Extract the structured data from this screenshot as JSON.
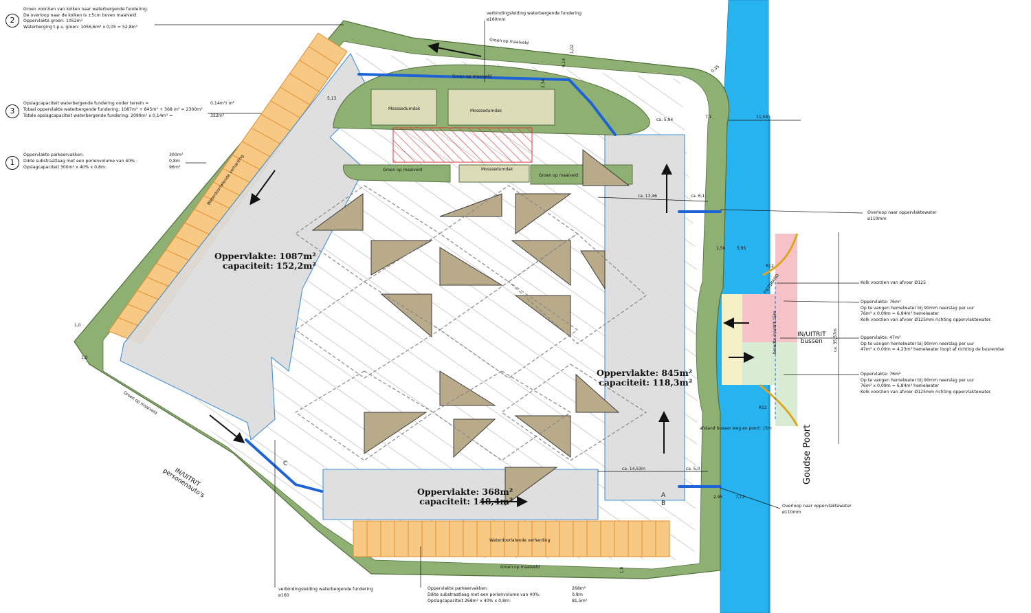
{
  "colors": {
    "green_zone": "#8fb073",
    "green_edge": "#4f6e3a",
    "water": "#27b2f0",
    "parking": "#f7c984",
    "parking_line": "#e08a2a",
    "paved_zone": "#dcdcdc",
    "zone_outline": "#2f84d6",
    "pipe": "#1e63d6",
    "tree_triangle": "#b9aa8a",
    "tan_block": "#dcdcb8",
    "pink": "#f5c2c7",
    "mint": "#d7ecd2",
    "cream": "#f6f0c6"
  },
  "notes": {
    "n2": {
      "num": "2",
      "l1": "Groen voorzien van kolken naar waterbergende fundering.",
      "l2": "De overloop naar de kolken is ±5cm boven maaiveld.",
      "l3": "Oppervlakte groen: 1052m²",
      "l4": "Waterberging t.p.v. groen: 1056,6m² x 0,05 = 52,8m³"
    },
    "n3": {
      "num": "3",
      "l1a": "Opslagcapaciteit waterbergende fundering onder terrein =",
      "l1b": "0,14m³/ m²",
      "l2a": "Totaal oppervlakte waterbergende fundering: 1087m² + 845m² + 368 m² = 2300m²",
      "l3a": "Totale opslagcapaciteit waterbergende fundering: 2099m² x 0,14m³ =",
      "l3b": "322m³"
    },
    "n1": {
      "num": "1",
      "l1a": "Oppervlakte parkeervakken:",
      "l1b": "300m²",
      "l2a": "Dikte substraatlaag met een porienvolume van 40% :",
      "l2b": "0,8m",
      "l3a": "Opslagcapaciteit 300m² x 40% x 0,8m:",
      "l3b": "96m³"
    },
    "top_pipe": {
      "l1": "verbindingsleiding waterbergende fundering",
      "l2": "ø160mm"
    },
    "bottom_pipe": {
      "l1": "verbindingsleiding waterbergende fundering",
      "l2": "ø160"
    },
    "bottom_parking": {
      "l1a": "Oppervlakte parkeervakken:",
      "l1b": "268m²",
      "l2a": "Dikte substraatlaag met een porienvolume van 40%:",
      "l2b": "0,8m",
      "l3a": "Opslagcapaciteit 268m² x 40% x 0,8m:",
      "l3b": "81,5m³"
    },
    "overflow_top": {
      "l1": "Overloop naar oppervlaktewater",
      "l2": "ø110mm"
    },
    "overflow_bottom": {
      "l1": "Overloop naar oppervlaktewater",
      "l2": "ø110mm"
    },
    "kolk": {
      "l1": "Kolk voorzien van afvoer Ø125"
    },
    "area76a": {
      "l1": "Oppervlakte: 76m²",
      "l2": "Op te vangen hemelwater bij 90mm neerslag per uur",
      "l3": "76m² x 0,09m = 6,84m³ hemelwater",
      "l4": "Kolk voorzien van afvoer Ø125mm richting oppervlaktewater."
    },
    "area47": {
      "l1": "Oppervlakte: 47m²",
      "l2": "Op te vangen hemelwater bij 90mm neerslag per uur",
      "l3": "47m² x 0,09m = 4,23m³ hemelwater loopt af richting de busremise"
    },
    "area76b": {
      "l1": "Oppervlakte: 76m²",
      "l2": "Op te vangen hemelwater bij 90mm neerslag per uur",
      "l3": "76m² x 0,09m = 6,84m³ hemelwater",
      "l4": "Kolk voorzien van afvoer Ø125mm richting oppervlaktewater."
    }
  },
  "zones": {
    "z1087": {
      "l1": "Oppervlakte: 1087m²",
      "l2": "capaciteit: 152,2m²"
    },
    "z845": {
      "l1": "Oppervlakte: 845m²",
      "l2": "capaciteit: 118,3m²"
    },
    "z368": {
      "l1": "Oppervlakte: 368m²",
      "l2": "capaciteit: 148,4m²"
    }
  },
  "labels": {
    "in_uit_bus_1": "IN/UITRIT",
    "in_uit_bus_2": "bussen",
    "in_uit_auto_1": "IN/UITRIT",
    "in_uit_auto_2": "personenauto's",
    "goudse_poort": "Goudse Poort",
    "afstand": "afstand bussen weg en poort: 15m",
    "groen_top": "Groen op maaiveld",
    "groen_bottom": "Groen op maaiveld",
    "groen_left": "Groen op maaiveld",
    "groen_left_block": "Groen op maaiveld",
    "groen_mid": "Groen op maaiveld",
    "groen_right_block": "Groen op maaiveld",
    "mos_a": "Mosssedumdak",
    "mos_b": "Mosssedumdak",
    "mos_c": "Mosssedumdak",
    "wd_left": "Waterdoorlatende verharding",
    "wd_bottom": "Waterdoorlatende verharding",
    "fietsband": "FIETSBAND",
    "breedte": "breedte in/uitrit 15m"
  },
  "dims": {
    "d594": "ca. 5,94",
    "d1346": "ca. 13,46",
    "d61": "ca. 6,1",
    "d1453": "ca. 14,53m",
    "d50": "ca. 5,0",
    "d1158": "11,58",
    "d71": "7,1",
    "d150": "1,50",
    "d595": "5,95",
    "d3557": "ca. 35,57m",
    "d713": "7,13",
    "d295": "2,95",
    "d513": "5,13",
    "d035": "0,35",
    "d10a": "1,0",
    "d10b": "1,0",
    "d10c": "1,0",
    "d102": "1,02",
    "d414": "4,14",
    "d234": "2,34",
    "dR12a": "R12",
    "dR12b": "R12",
    "dA": "A",
    "dB": "B",
    "dC": "C"
  }
}
